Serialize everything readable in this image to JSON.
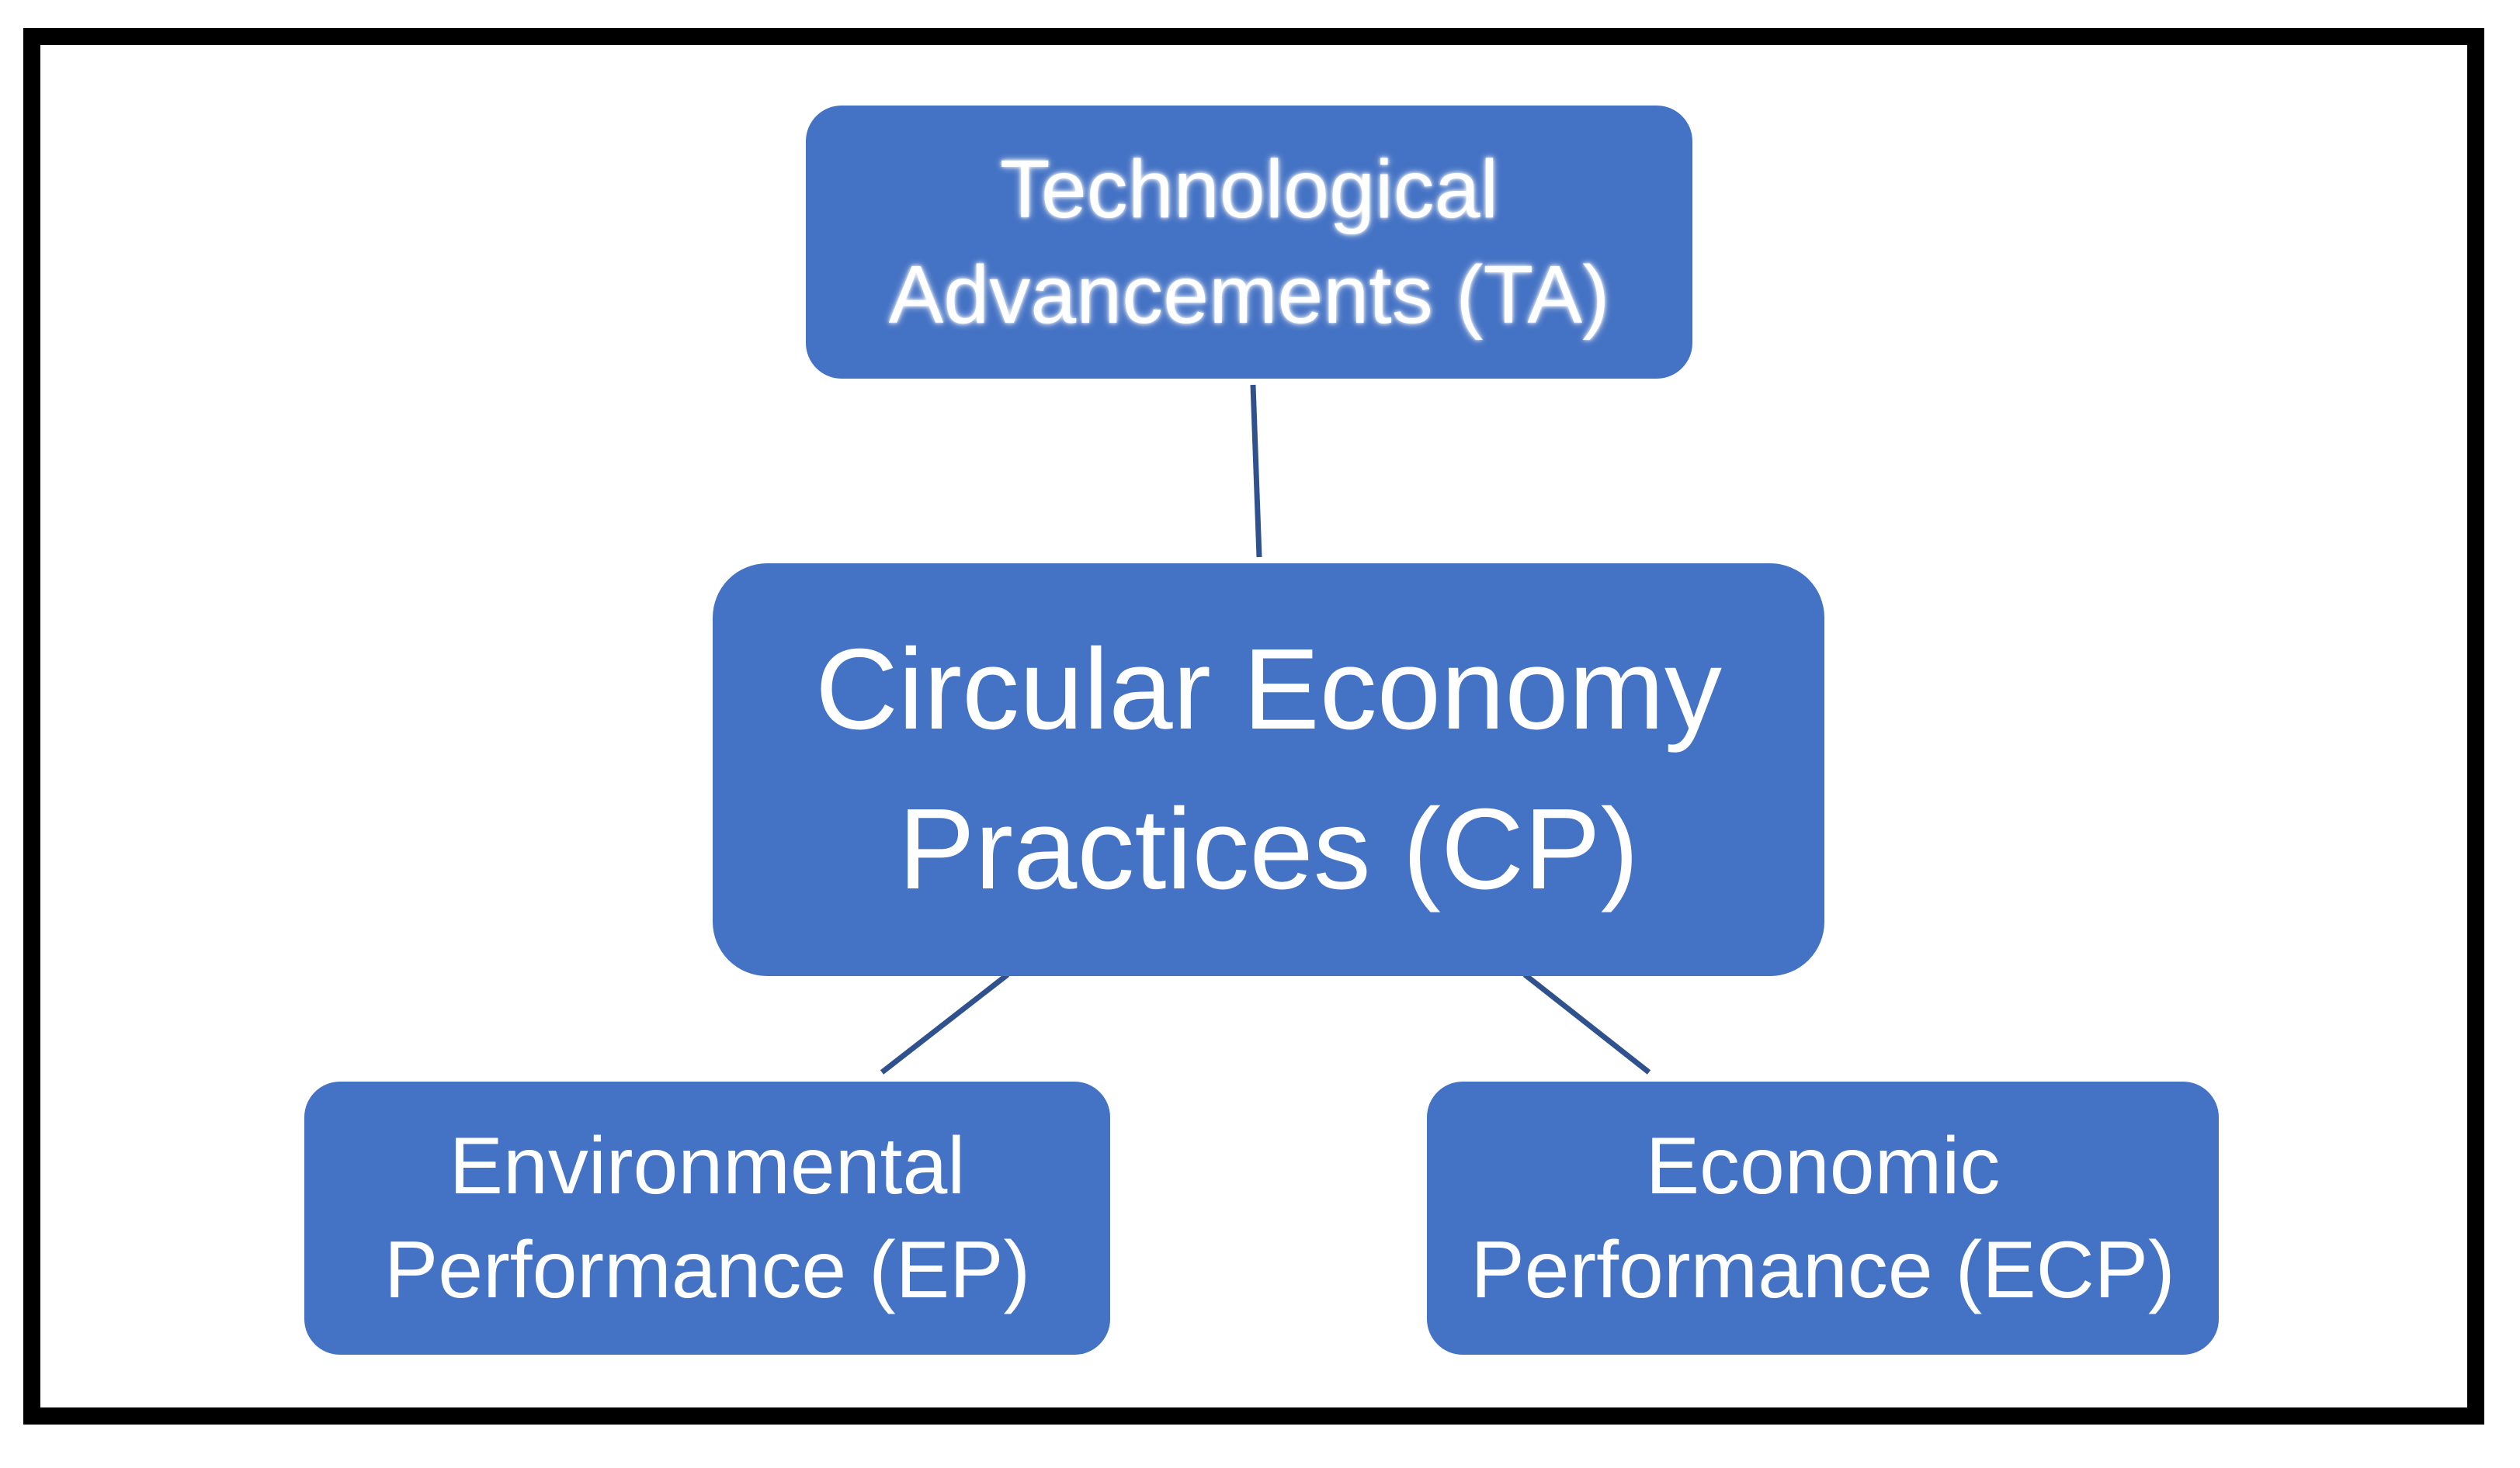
{
  "diagram": {
    "nodes": {
      "ta": {
        "line1": "Technological",
        "line2": "Advancements (TA)"
      },
      "cp": {
        "line1": "Circular Economy",
        "line2": "Practices (CP)"
      },
      "ep": {
        "line1": "Environmental",
        "line2": "Performance (EP)"
      },
      "ecp": {
        "line1": "Economic",
        "line2": "Performance (ECP)"
      }
    },
    "edges": [
      {
        "from": "ta",
        "to": "cp"
      },
      {
        "from": "cp",
        "to": "ep"
      },
      {
        "from": "cp",
        "to": "ecp"
      }
    ],
    "colors": {
      "node_fill": "#4472c4",
      "node_text": "#ffffff",
      "connector": "#2f528f",
      "frame": "#000000"
    }
  }
}
